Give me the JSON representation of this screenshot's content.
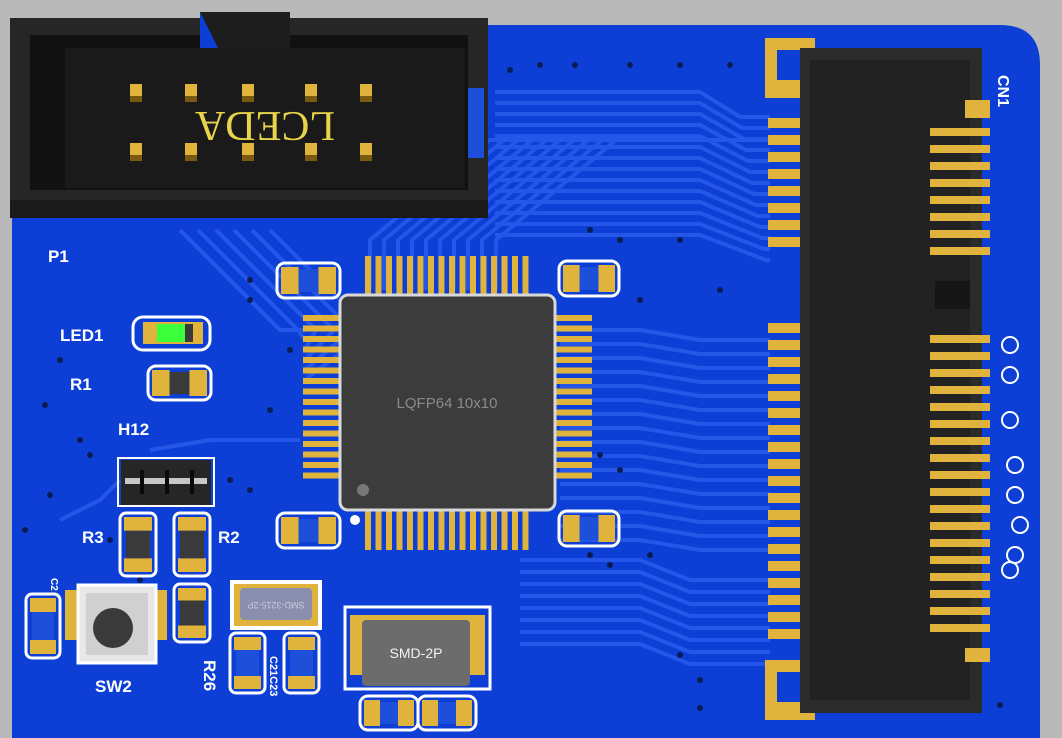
{
  "board": {
    "colors": {
      "pcb": "#0d3fd6",
      "trace": "#2456e8",
      "pad_gold": "#e0b33c",
      "silkscreen": "#ffffff",
      "chip_body": "#3c3c3c",
      "led_green": "#3cff3c",
      "background": "#b9b9b9"
    },
    "logo_text": "LCEDA",
    "chip_label": "LQFP64 10x10",
    "smd_label": "SMD-2P",
    "crystal_label": "SMD-3215-2P"
  },
  "labels": {
    "p1": "P1",
    "led1": "LED1",
    "r1": "R1",
    "h12": "H12",
    "r3": "R3",
    "r2": "R2",
    "c2": "C2",
    "sw2": "SW2",
    "r26": "R26",
    "c21c23": "C21C23",
    "cn1": "CN1"
  }
}
